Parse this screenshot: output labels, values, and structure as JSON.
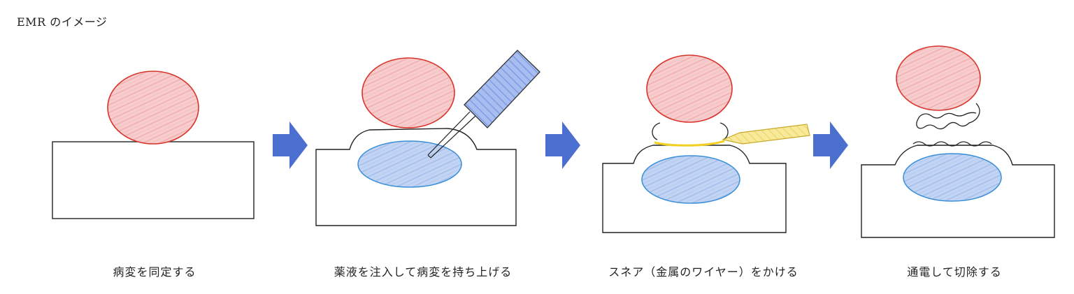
{
  "title": "EMR のイメージ",
  "steps": [
    {
      "label": "病変を同定する"
    },
    {
      "label": "薬液を注入して病変を持ち上げる"
    },
    {
      "label": "スネア（金属のワイヤー）をかける"
    },
    {
      "label": "通電して切除する"
    }
  ],
  "colors": {
    "lesion_fill": "#f6c7c7",
    "lesion_stroke": "#d9342c",
    "fluid_fill": "#b9cdf0",
    "fluid_stroke": "#3a8fd8",
    "needle_fill": "#a9bff0",
    "snare": "#f2d021",
    "snare_sheath": "#f7ea9a",
    "arrow": "#4a6fcf",
    "tissue_line": "#222222"
  }
}
